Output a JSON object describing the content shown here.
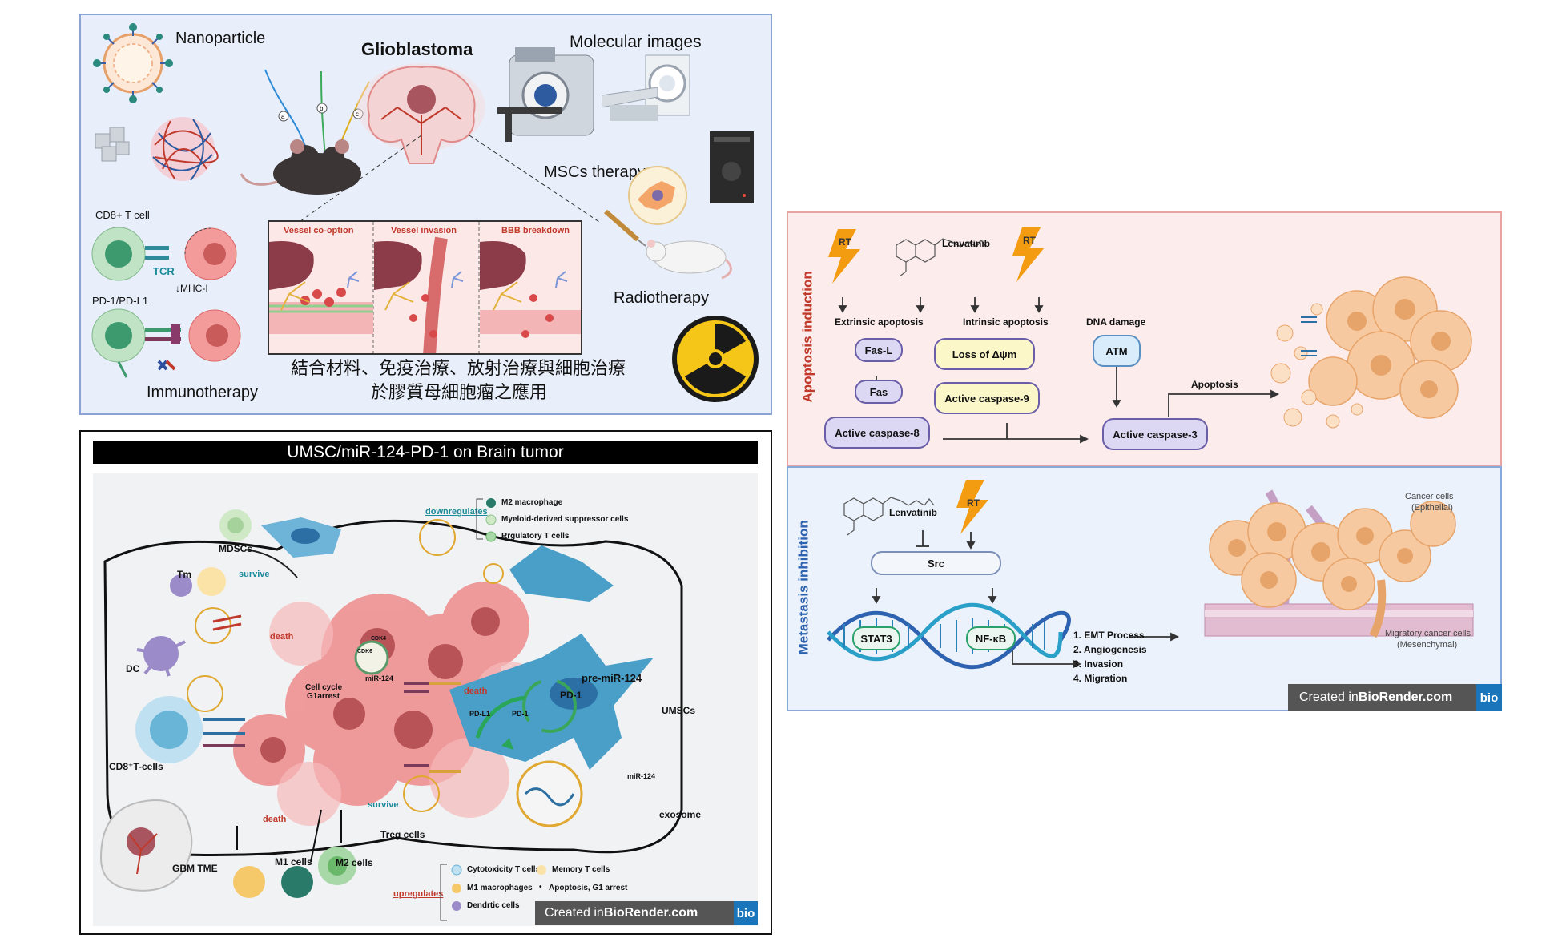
{
  "gbm_panel": {
    "title": "Glioblastoma",
    "nanoparticle": "Nanoparticle",
    "molecular_images": "Molecular images",
    "mscs_therapy": "MSCs therapy",
    "radiotherapy": "Radiotherapy",
    "immunotherapy": "Immunotherapy",
    "cd8_t_cell": "CD8+ T cell",
    "tcr": "TCR",
    "mhc_i": "↓MHC-I",
    "pd1_pdl1": "PD-1/PD-L1",
    "probe_labels": [
      "a",
      "b",
      "c"
    ],
    "stages": [
      "Vessel co-option",
      "Vessel invasion",
      "BBB breakdown"
    ],
    "caption_line1": "結合材料、免疫治療、放射治療與細胞治療",
    "caption_line2": "於膠質母細胞瘤之應用"
  },
  "tme_panel": {
    "title": "UMSC/miR-124-PD-1 on Brain tumor",
    "downregulates": "downregulates",
    "down_items": [
      "M2 macrophage",
      "Myeloid-derived suppressor cells",
      "Rrgulatory T cells"
    ],
    "upregulates": "upregulates",
    "up_items_col1": [
      "Cytotoxicity T cells",
      "M1 macrophages",
      "Dendrtic cells"
    ],
    "up_items_col2": [
      "Memory T cells",
      "Apoptosis, G1 arrest"
    ],
    "mdscs": "MDSCs",
    "survive": "survive",
    "tm": "Tm",
    "death": "death",
    "dc": "DC",
    "cd8_cells": "CD8⁺T-cells",
    "cdk4": "CDK4",
    "cdk6": "CDK6",
    "mir124": "miR-124",
    "cell_cycle": "Cell cycle",
    "g1arrest": "G1arrest",
    "pre_mir": "pre-miR-124",
    "pd1": "PD-1",
    "pdl1": "PD-L1",
    "umscs": "UMSCs",
    "exosome": "exosome",
    "treg": "Treg cells",
    "m1": "M1 cells",
    "m2": "M2 cells",
    "gbm_tme": "GBM TME",
    "created_in": "Created in ",
    "biorender": "BioRender.com",
    "bio": "bio"
  },
  "apoptosis_panel": {
    "section_label": "Apoptosis induction",
    "rt": "RT",
    "lenvatinib": "Lenvatinib",
    "extrinsic": "Extrinsic apoptosis",
    "intrinsic": "Intrinsic apoptosis",
    "dna_damage": "DNA damage",
    "fasl": "Fas-L",
    "fas": "Fas",
    "caspase8": "Active caspase-8",
    "loss_psi": "Loss of Δψm",
    "caspase9": "Active caspase-9",
    "atm": "ATM",
    "caspase3": "Active caspase-3",
    "apoptosis": "Apoptosis"
  },
  "metastasis_panel": {
    "section_label": "Metastasis inhibition",
    "lenvatinib": "Lenvatinib",
    "rt": "RT",
    "src": "Src",
    "stat3": "STAT3",
    "nfkb": "NF-κB",
    "outcomes": [
      "1. EMT Process",
      "2. Angiogenesis",
      "3. Invasion",
      "4. Migration"
    ],
    "cancer_cells": "Cancer cells",
    "epithelial": "(Epithelial)",
    "migratory": "Migratory cancer cells",
    "mesenchymal": "(Mesenchymal)",
    "created_in": "Created in ",
    "biorender": "BioRender.com",
    "bio": "bio"
  },
  "colors": {
    "panel1_bg": "#e9effa",
    "panel1_border": "#8aa3d4",
    "apoptosis_bg": "#fcecec",
    "apoptosis_border": "#e8a3a3",
    "metastasis_bg": "#ebf2fb",
    "metastasis_border": "#86a9d8",
    "section_red": "#c0392b",
    "section_blue": "#2d62b0",
    "tumor_pink": "#ef8b8b",
    "umsc_blue": "#4a9fc9",
    "rt_orange": "#f39c12"
  }
}
